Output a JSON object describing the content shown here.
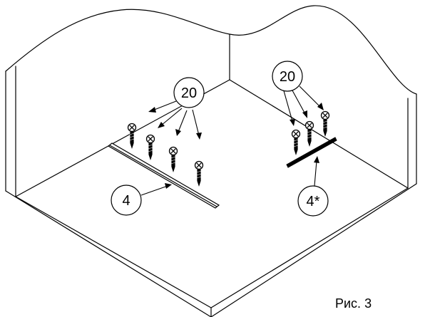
{
  "callouts": {
    "screws_left": "20",
    "screws_right": "20",
    "strip_left": "4",
    "strip_right": "4*"
  },
  "figure_label": "Рис. 3",
  "icons": [
    "screw-icon",
    "mounting-strip-icon"
  ]
}
